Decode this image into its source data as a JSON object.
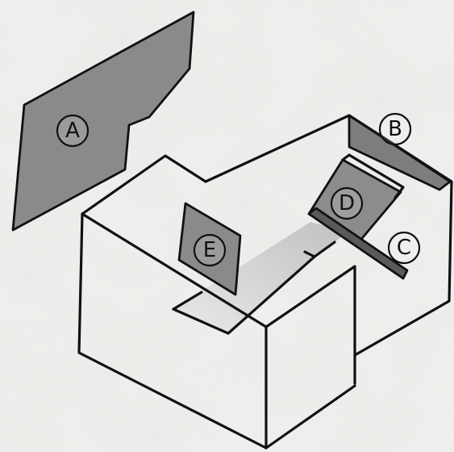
{
  "figure": {
    "colors": {
      "background": "#ecebe9",
      "panel": "#8a8a8a",
      "panel_light": "#a9a9a9",
      "shadow": "#c9c9c9",
      "ink": "#111111"
    },
    "labels": {
      "a": "A",
      "b": "B",
      "c": "C",
      "d": "D",
      "e": "E"
    }
  }
}
